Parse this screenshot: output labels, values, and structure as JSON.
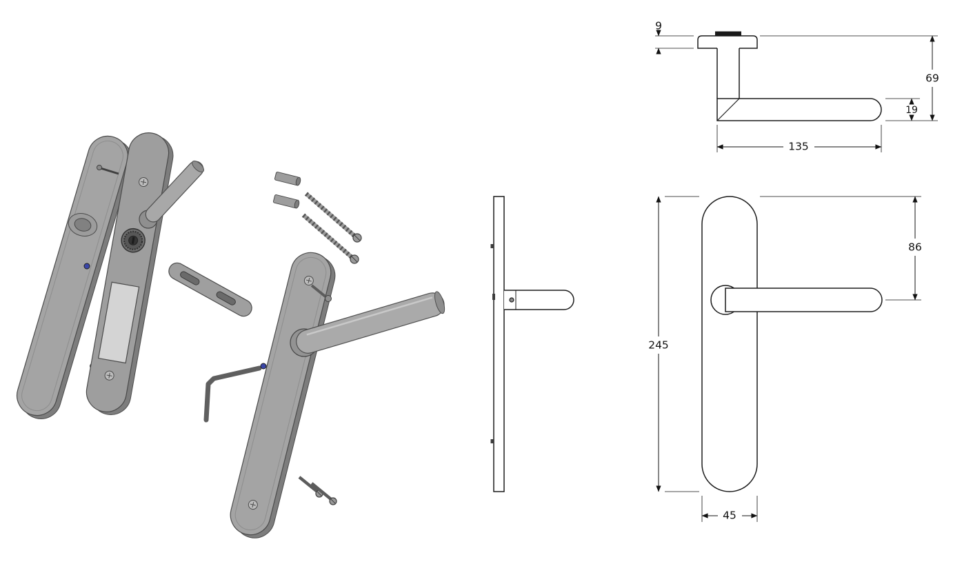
{
  "drawing": {
    "type": "door-handle-on-backplate-technical-drawing",
    "dims": {
      "rose_thickness": "9",
      "overall_height": "69",
      "lever_thickness": "19",
      "lever_length": "135",
      "plate_height": "245",
      "handle_center_from_top": "86",
      "plate_width": "45"
    },
    "colors": {
      "background": "#ffffff",
      "line": "#111111",
      "part_fill": "#a4a4a4",
      "part_edge": "#4a4a4a",
      "set_screw_blue": "#3a46a8"
    }
  }
}
